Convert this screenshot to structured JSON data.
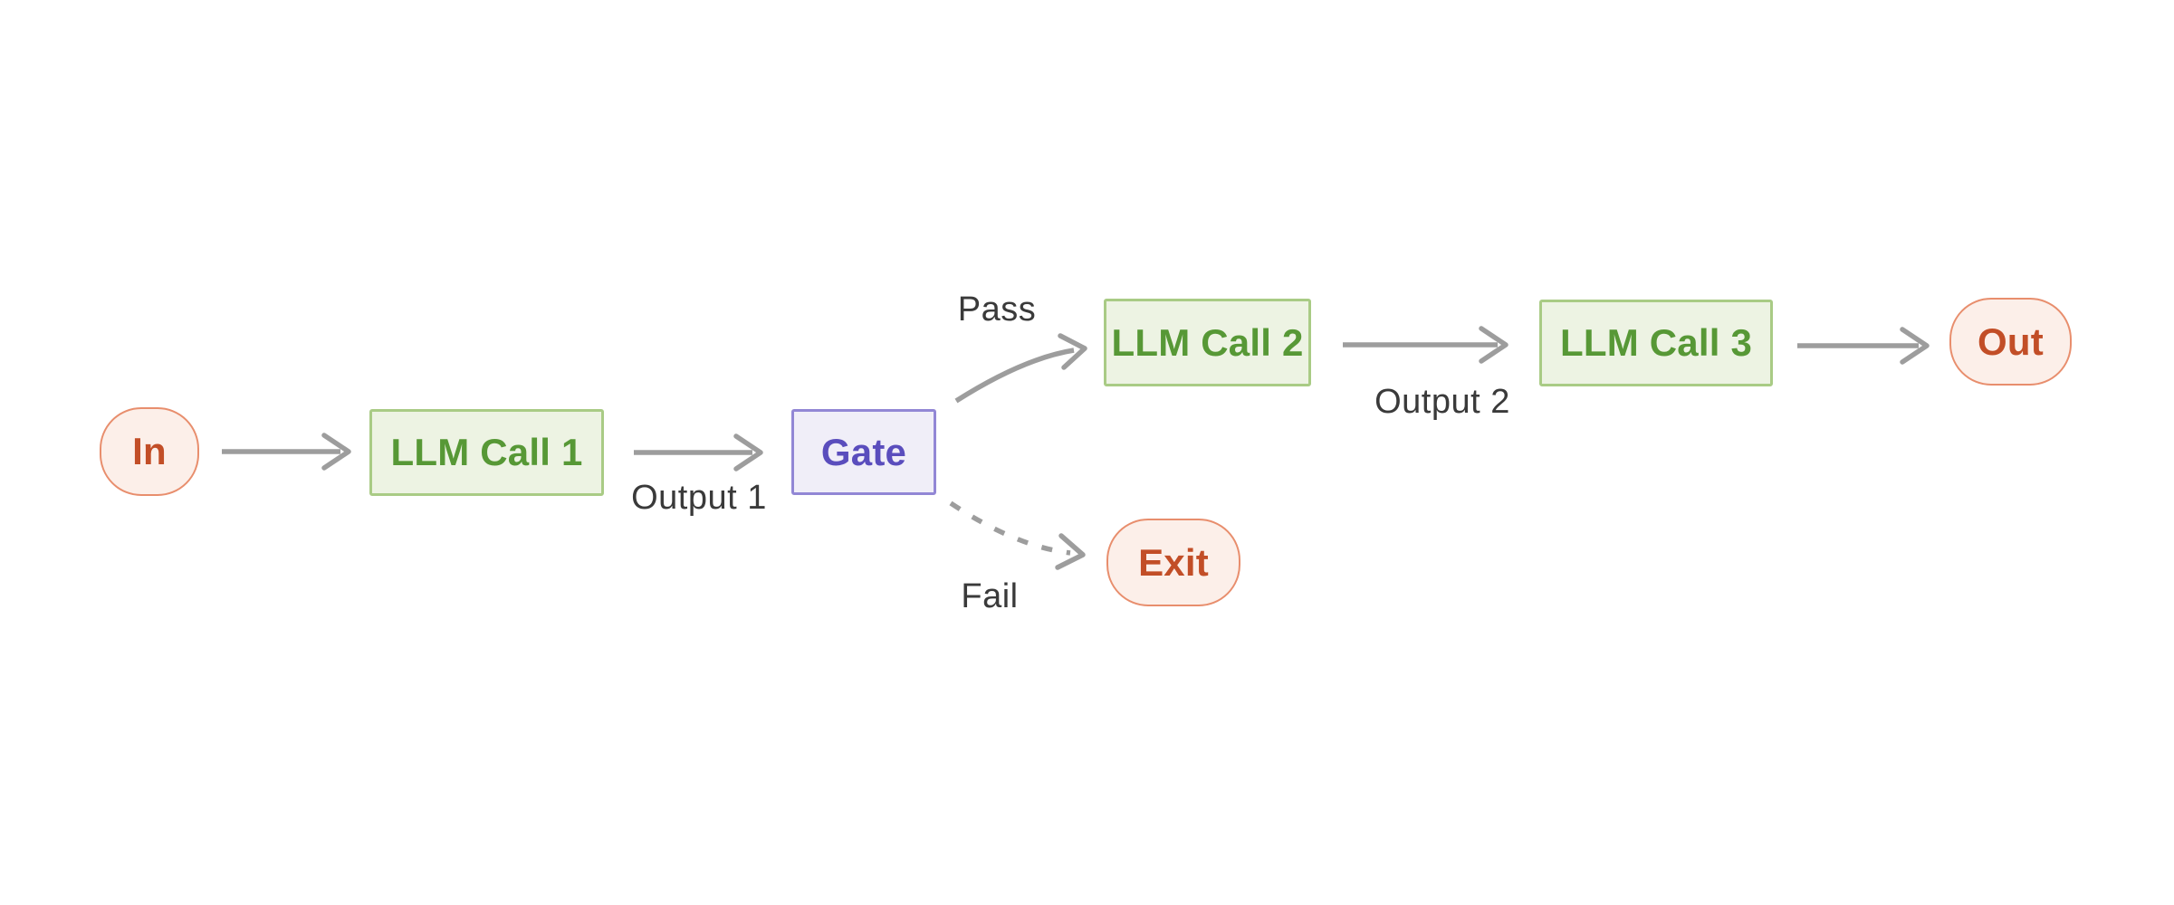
{
  "diagram": {
    "nodes": {
      "in": {
        "label": "In",
        "type": "terminal"
      },
      "llm1": {
        "label": "LLM Call 1",
        "type": "process"
      },
      "gate": {
        "label": "Gate",
        "type": "decision"
      },
      "llm2": {
        "label": "LLM Call 2",
        "type": "process"
      },
      "llm3": {
        "label": "LLM Call 3",
        "type": "process"
      },
      "out": {
        "label": "Out",
        "type": "terminal"
      },
      "exit": {
        "label": "Exit",
        "type": "terminal"
      }
    },
    "edge_labels": {
      "output1": "Output 1",
      "output2": "Output 2",
      "pass": "Pass",
      "fail": "Fail"
    },
    "edges": [
      {
        "from": "in",
        "to": "llm1",
        "style": "solid",
        "label": ""
      },
      {
        "from": "llm1",
        "to": "gate",
        "style": "solid",
        "label": "Output 1"
      },
      {
        "from": "gate",
        "to": "llm2",
        "style": "solid-curve",
        "label": "Pass"
      },
      {
        "from": "llm2",
        "to": "llm3",
        "style": "solid",
        "label": "Output 2"
      },
      {
        "from": "llm3",
        "to": "out",
        "style": "solid",
        "label": ""
      },
      {
        "from": "gate",
        "to": "exit",
        "style": "dashed-curve",
        "label": "Fail"
      }
    ]
  },
  "colors": {
    "background": "#ffffff",
    "terminal_fill": "#fcefe9",
    "terminal_border": "#e88e6d",
    "terminal_text": "#c24e27",
    "process_fill": "#edf3e3",
    "process_border": "#a9cb85",
    "process_text": "#579836",
    "decision_fill": "#f0eef8",
    "decision_border": "#9287d5",
    "decision_text": "#5a4dbd",
    "arrow": "#9d9d9d",
    "label_text": "#3a3a3a"
  }
}
